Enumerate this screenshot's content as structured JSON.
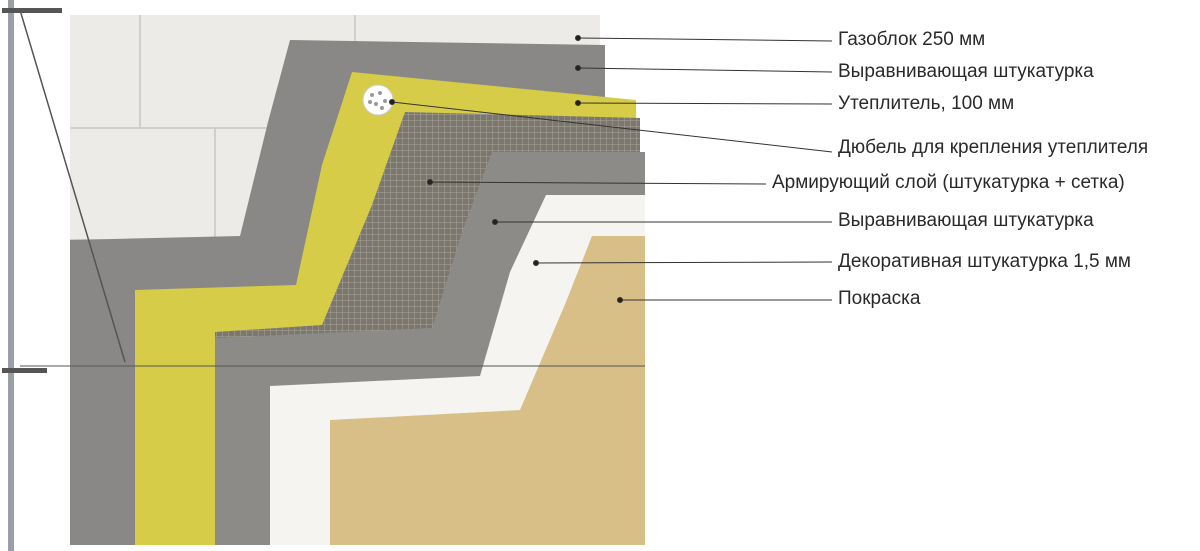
{
  "labels": [
    {
      "text": "Газоблок 250 мм",
      "layer": "gas-block"
    },
    {
      "text": "Выравнивающая штукатурка",
      "layer": "leveling-plaster-1"
    },
    {
      "text": "Утеплитель, 100 мм",
      "layer": "insulation"
    },
    {
      "text": "Дюбель для крепления утеплителя",
      "layer": "dowel"
    },
    {
      "text": "Армирующий слой (штукатурка + сетка)",
      "layer": "reinforcing-mesh"
    },
    {
      "text": "Выравнивающая штукатурка",
      "layer": "leveling-plaster-2"
    },
    {
      "text": "Декоративная штукатурка 1,5 мм",
      "layer": "decorative-plaster"
    },
    {
      "text": "Покраска",
      "layer": "paint"
    }
  ],
  "colors": {
    "gas_block": "#ecebe7",
    "plaster": "#8a8886",
    "insulation": "#d6cc48",
    "mesh": "#7b776f",
    "decorative": "#f5f4f1",
    "paint": "#d8bf88"
  }
}
